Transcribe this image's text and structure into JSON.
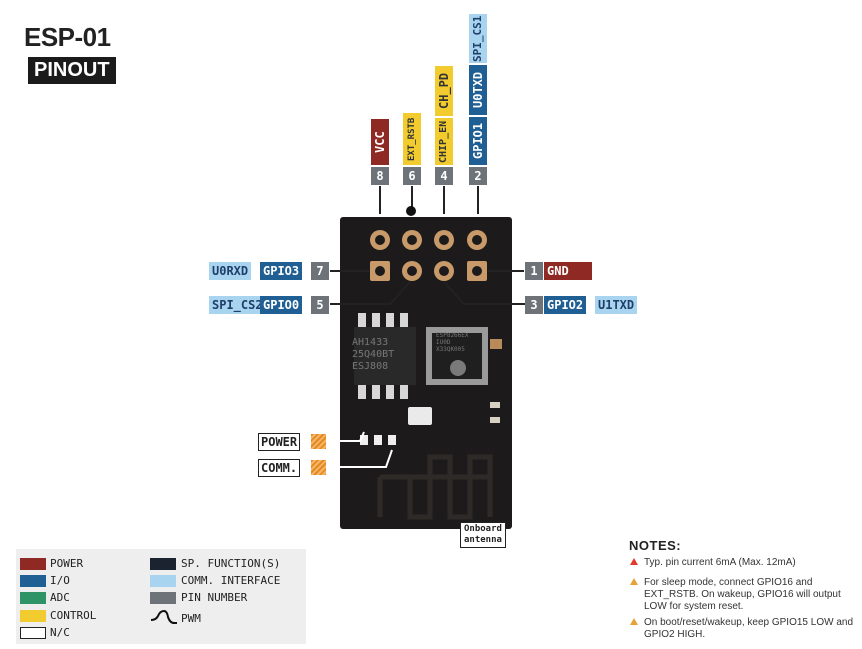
{
  "header": {
    "title": "ESP-01",
    "subtitle": "PINOUT"
  },
  "top_pins": [
    {
      "number": "8",
      "labels": [
        "VCC"
      ]
    },
    {
      "number": "6",
      "labels": [
        "EXT_RSTB"
      ]
    },
    {
      "number": "4",
      "labels": [
        "CHIP_EN",
        "CH_PD"
      ]
    },
    {
      "number": "2",
      "labels": [
        "GPIO1",
        "U0TXD",
        "SPI_CS1"
      ]
    }
  ],
  "side_pins": {
    "pin7": {
      "number": "7",
      "gpio": "GPIO3",
      "func": "U0RXD"
    },
    "pin5": {
      "number": "5",
      "gpio": "GPIO0",
      "func": "SPI_CS2"
    },
    "pin1": {
      "number": "1",
      "func": "GND"
    },
    "pin3": {
      "number": "3",
      "gpio": "GPIO2",
      "func": "U1TXD"
    }
  },
  "chips": {
    "flash_lines": [
      "AH1433",
      "25Q40BT",
      "ESJ808"
    ],
    "soc_lines": [
      "ESP8266EX",
      "IU0D",
      "X33QK005"
    ]
  },
  "leds": {
    "power": "POWER",
    "comm": "COMM."
  },
  "antenna": {
    "line1": "Onboard",
    "line2": "antenna"
  },
  "legend": [
    {
      "label": "POWER",
      "color": "#8e2a23"
    },
    {
      "label": "I/O",
      "color": "#1f5f93"
    },
    {
      "label": "ADC",
      "color": "#2e9468"
    },
    {
      "label": "CONTROL",
      "color": "#f2cc2f"
    },
    {
      "label": "N/C",
      "color": "#ffffff"
    },
    {
      "label": "SP. FUNCTION(S)",
      "color": "#1b2230"
    },
    {
      "label": "COMM. INTERFACE",
      "color": "#a9d4ef"
    },
    {
      "label": "PIN NUMBER",
      "color": "#6d7378"
    },
    {
      "label": "PWM",
      "color": ""
    }
  ],
  "notes": {
    "title": "NOTES:",
    "items": [
      "Typ. pin current 6mA (Max. 12mA)",
      "For sleep mode, connect GPIO16 and EXT_RSTB. On wakeup, GPIO16 will output LOW for system reset.",
      "On boot/reset/wakeup, keep GPIO15 LOW and GPIO2 HIGH."
    ]
  },
  "colors": {
    "power": "#8e2a23",
    "io": "#1f5f93",
    "control": "#f2cc2f",
    "comm": "#a9d4ef",
    "pin_number": "#6d7378",
    "board": "#1c1a1a",
    "warning": "#e0392b"
  }
}
